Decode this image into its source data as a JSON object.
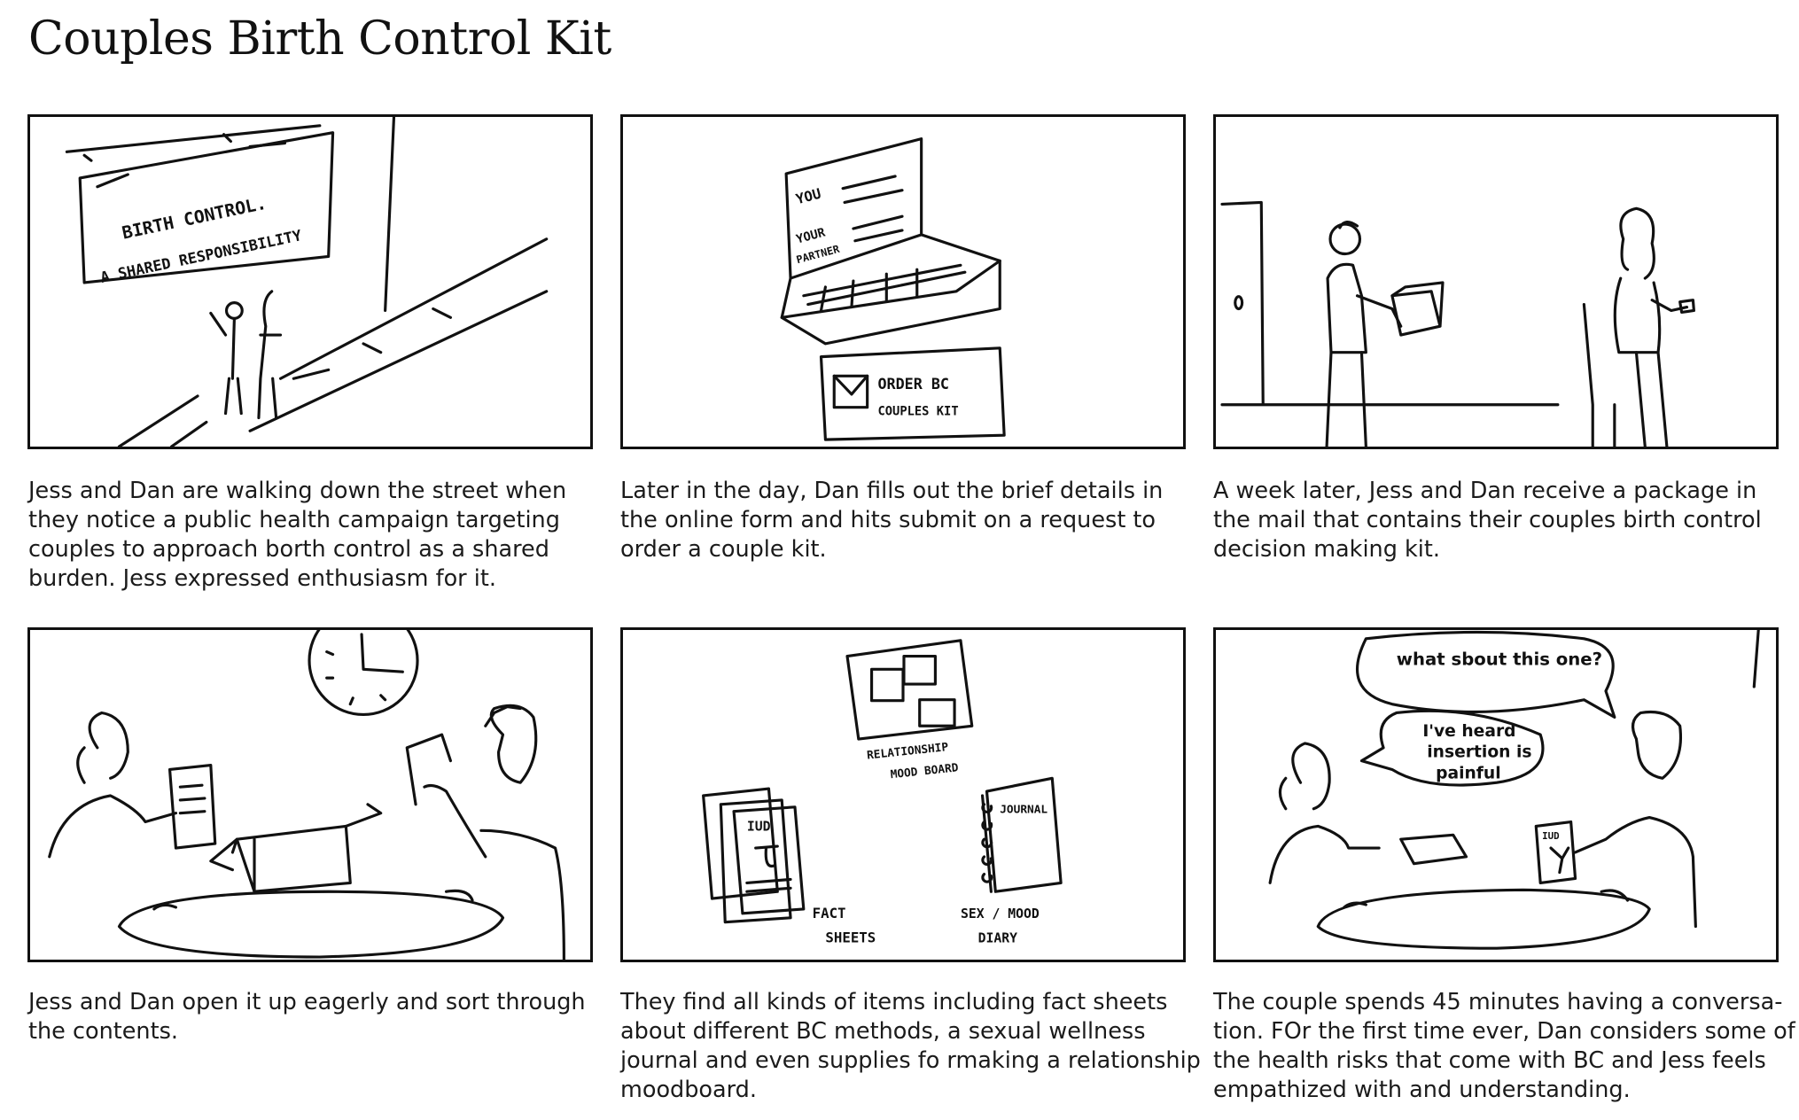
{
  "page": {
    "title": "Couples Birth Control Kit"
  },
  "panels": [
    {
      "caption": "Jess and Dan  are walking down the street when they notice a public health campaign targeting  couples to approach borth control as a shared burden. Jess expressed enthusiasm for it.",
      "sketch_text": [
        "BIRTH CONTROL.",
        "A SHARED RESPONSIBILITY"
      ]
    },
    {
      "caption": "Later in the day, Dan fills out the brief details in the online form and hits submit on a request to order a couple kit.",
      "sketch_text": [
        "YOU",
        "YOUR",
        "PARTNER",
        "ORDER BC",
        "COUPLES KIT"
      ]
    },
    {
      "caption": "A week later, Jess and Dan receive a package in the mail that contains their couples birth control decision making kit.",
      "sketch_text": []
    },
    {
      "caption": "Jess and Dan open it up eagerly and sort through the contents.",
      "sketch_text": []
    },
    {
      "caption": "They find all kinds of items including fact sheets about different BC methods, a sexual wellness journal and even supplies fo rmaking a relationship moodboard.",
      "sketch_text": [
        "RELATIONSHIP",
        "MOOD BOARD",
        "IUD",
        "FACT",
        "SHEETS",
        "JOURNAL",
        "SEX / MOOD",
        "DIARY"
      ]
    },
    {
      "caption": "The couple spends 45 minutes having a conversa-tion. FOr the first time ever, Dan considers some of the health risks that come with BC and Jess feels empathized with and understanding.",
      "sketch_text": [
        "what sbout this one?",
        "I've heard",
        "insertion is",
        "painful",
        "IUD"
      ]
    }
  ]
}
